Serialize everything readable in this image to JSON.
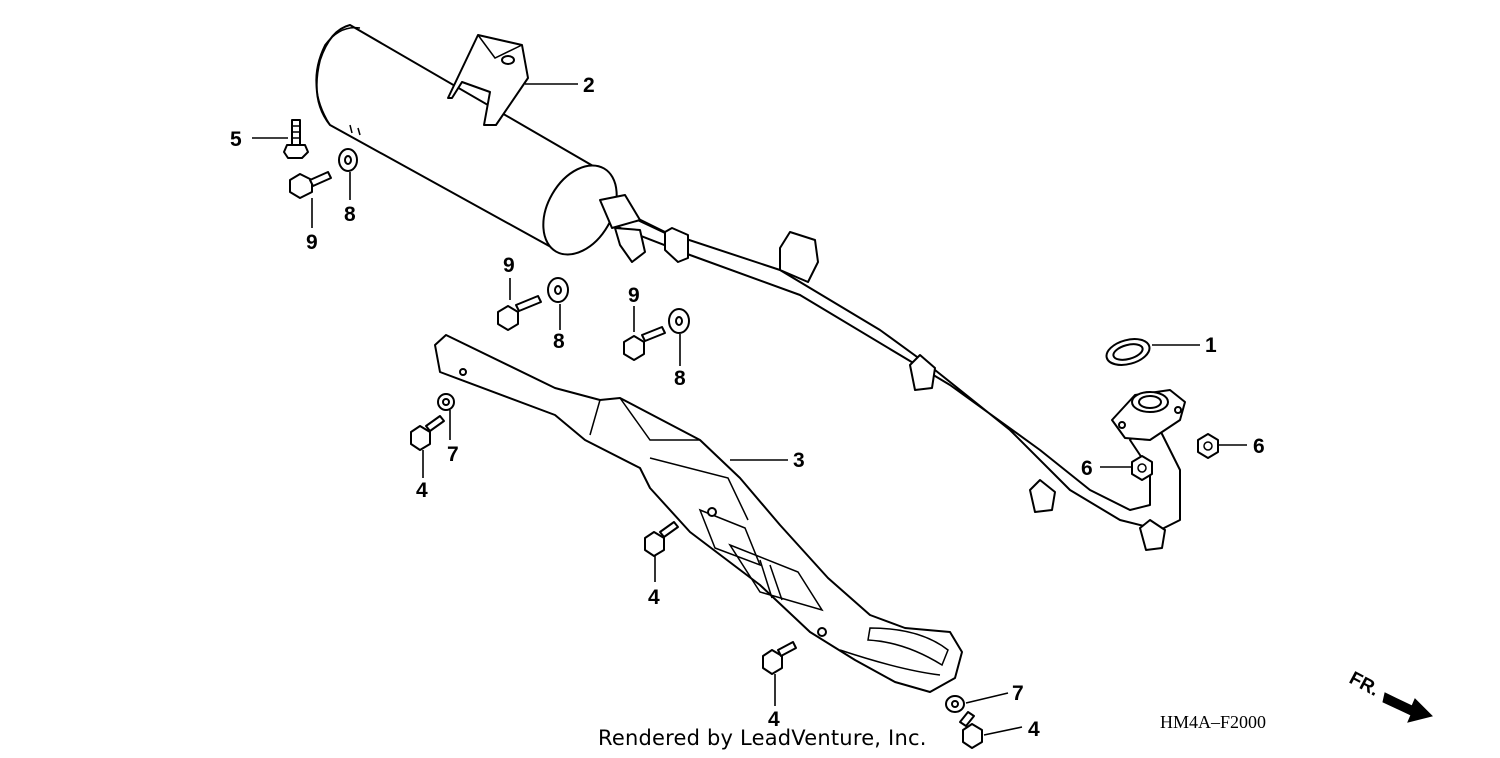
{
  "credit": "Rendered by LeadVenture, Inc.",
  "diagram_code": "HM4A–F2000",
  "direction_label": "FR.",
  "callouts": [
    {
      "id": "c1",
      "label": "1"
    },
    {
      "id": "c2",
      "label": "2"
    },
    {
      "id": "c3",
      "label": "3"
    },
    {
      "id": "c4a",
      "label": "4"
    },
    {
      "id": "c4b",
      "label": "4"
    },
    {
      "id": "c4c",
      "label": "4"
    },
    {
      "id": "c4d",
      "label": "4"
    },
    {
      "id": "c5",
      "label": "5"
    },
    {
      "id": "c6a",
      "label": "6"
    },
    {
      "id": "c6b",
      "label": "6"
    },
    {
      "id": "c7a",
      "label": "7"
    },
    {
      "id": "c7b",
      "label": "7"
    },
    {
      "id": "c8a",
      "label": "8"
    },
    {
      "id": "c8b",
      "label": "8"
    },
    {
      "id": "c8c",
      "label": "8"
    },
    {
      "id": "c9a",
      "label": "9"
    },
    {
      "id": "c9b",
      "label": "9"
    },
    {
      "id": "c9c",
      "label": "9"
    }
  ]
}
